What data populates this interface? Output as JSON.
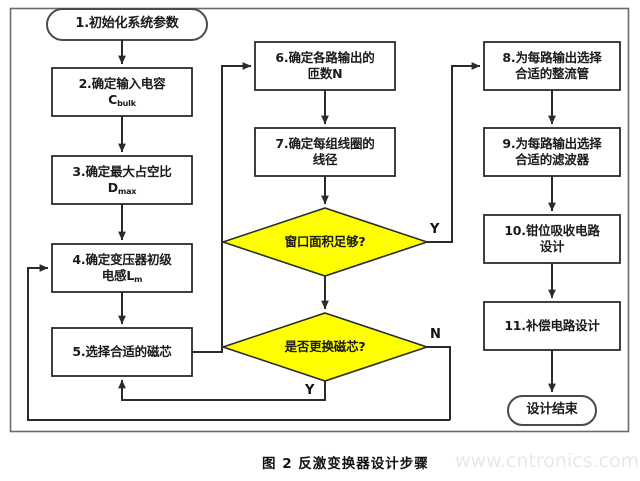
{
  "figure": {
    "caption": "图 2  反激变换器设计步骤",
    "watermark": "www.cntronics.com",
    "colors": {
      "decision_fill": "#FFFF00",
      "node_stroke": "#3a3a3a",
      "text": "#1a1a1a",
      "watermark": "#e4ecdf",
      "background": "#ffffff"
    }
  },
  "nodes": {
    "start": {
      "type": "terminal",
      "label": "1.初始化系统参数"
    },
    "step2": {
      "type": "process",
      "line1": "2.确定输入电容",
      "line2": "C",
      "sub2": "bulk"
    },
    "step3": {
      "type": "process",
      "line1": "3.确定最大占空比",
      "line2": "D",
      "sub2": "max"
    },
    "step4": {
      "type": "process",
      "line1": "4.确定变压器初级",
      "line2": "电感L",
      "sub2": "m"
    },
    "step5": {
      "type": "process",
      "line1": "5.选择合适的磁芯"
    },
    "step6": {
      "type": "process",
      "line1": "6.确定各路输出的",
      "line2": "匝数N"
    },
    "step7": {
      "type": "process",
      "line1": "7.确定每组线圈的",
      "line2": "线径"
    },
    "decision1": {
      "type": "decision",
      "label": "窗口面积足够?"
    },
    "decision2": {
      "type": "decision",
      "label": "是否更换磁芯?"
    },
    "step8": {
      "type": "process",
      "line1": "8.为每路输出选择",
      "line2": "合适的整流管"
    },
    "step9": {
      "type": "process",
      "line1": "9.为每路输出选择",
      "line2": "合适的滤波器"
    },
    "step10": {
      "type": "process",
      "line1": "10.钳位吸收电路",
      "line2": "设计"
    },
    "step11": {
      "type": "process",
      "line1": "11.补偿电路设计"
    },
    "end": {
      "type": "terminal",
      "label": "设计结束"
    }
  },
  "branch_labels": {
    "decision1_yes": "Y",
    "decision2_no": "N",
    "decision2_yes": "Y"
  }
}
